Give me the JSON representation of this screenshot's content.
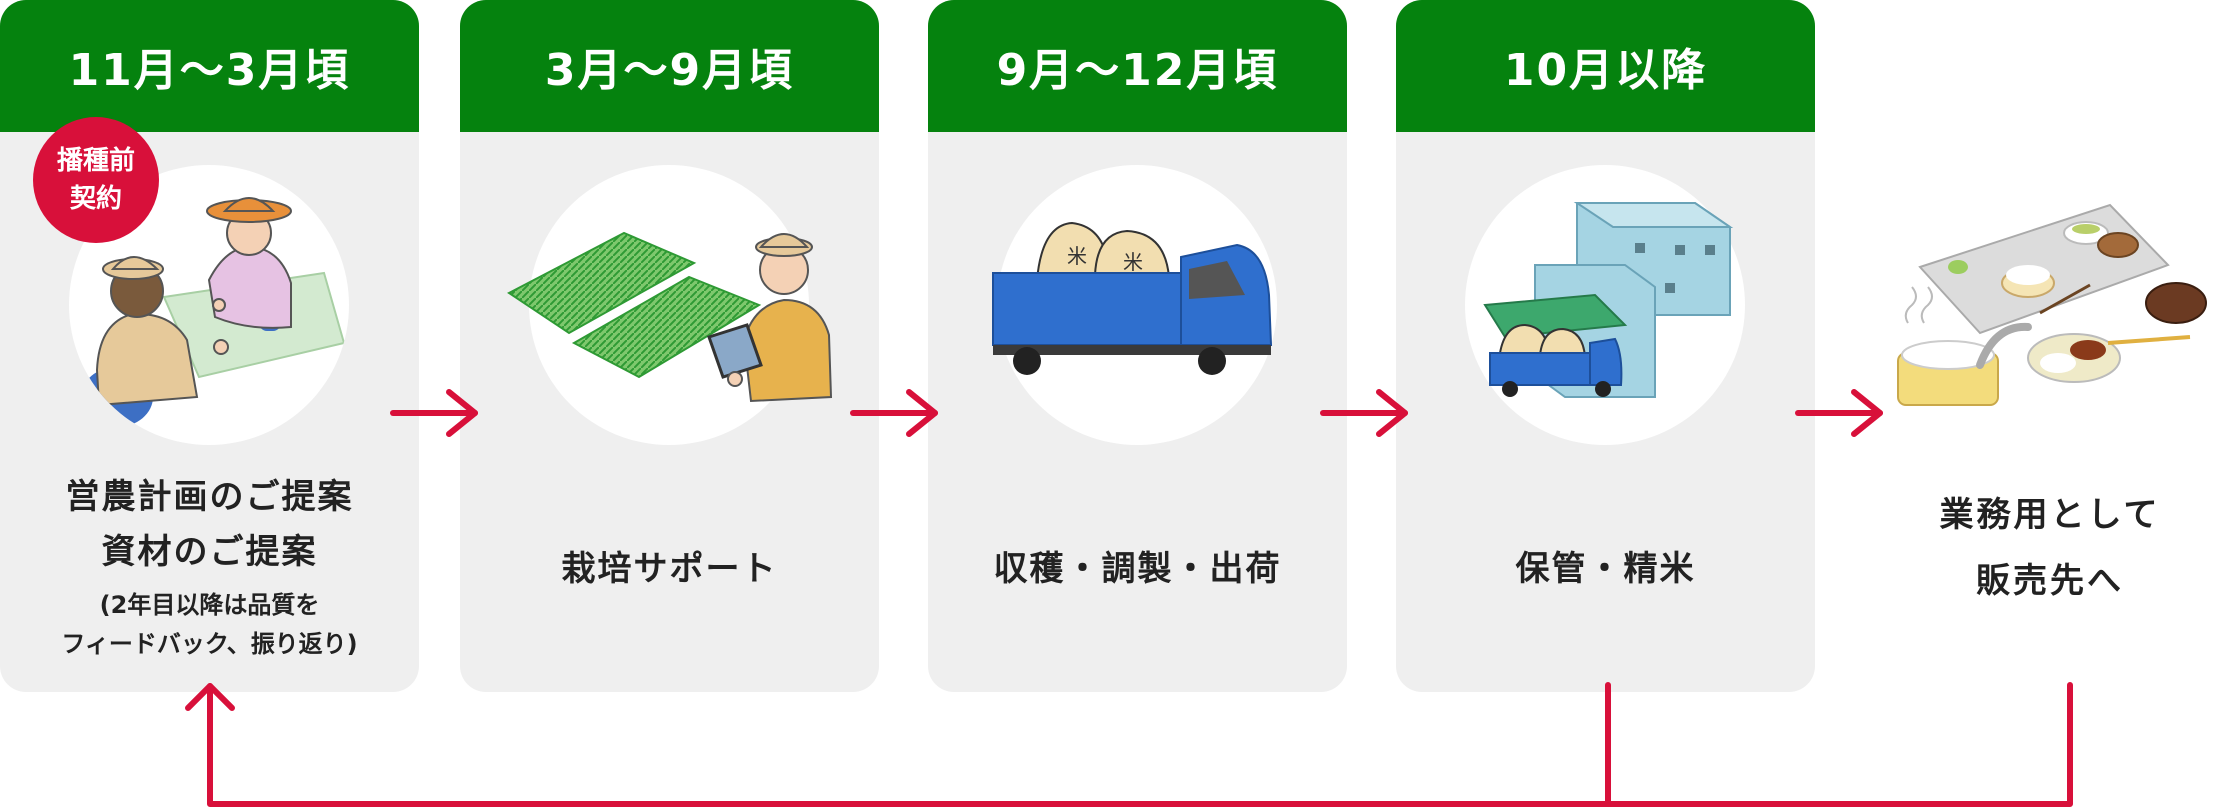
{
  "steps": [
    {
      "period": "11月〜3月頃",
      "title_lines": [
        "営農計画のご提案",
        "資材のご提案"
      ],
      "note_lines": [
        "(2年目以降は品質を",
        "フィードバック、振り返り)"
      ]
    },
    {
      "period": "3月〜9月頃",
      "title_lines": [
        "栽培サポート"
      ]
    },
    {
      "period": "9月〜12月頃",
      "title_lines": [
        "収穫・調製・出荷"
      ]
    },
    {
      "period": "10月以降",
      "title_lines": [
        "保管・精米"
      ]
    }
  ],
  "badge_lines": [
    "播種前",
    "契約"
  ],
  "final_lines": [
    "業務用として",
    "販売先へ"
  ],
  "colors": {
    "header_green": "#05820e",
    "card_bg": "#efefef",
    "accent_red": "#d8103a"
  },
  "icons": [
    "contract-meeting-icon",
    "field-tablet-icon",
    "rice-truck-icon",
    "warehouse-icon",
    "meal-tray-icon"
  ]
}
